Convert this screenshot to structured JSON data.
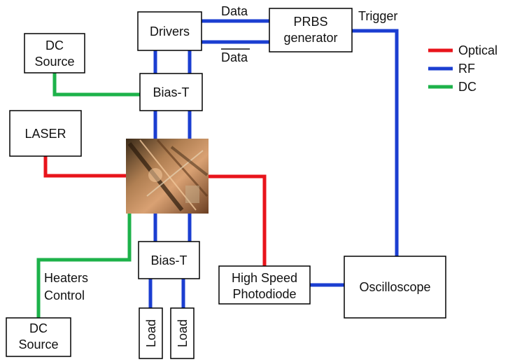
{
  "colors": {
    "optical": "#e8141b",
    "rf": "#1b3ed1",
    "dc": "#1db24a"
  },
  "legend": {
    "optical": "Optical",
    "rf": "RF",
    "dc": "DC"
  },
  "blocks": {
    "drivers": "Drivers",
    "prbs_line1": "PRBS",
    "prbs_line2": "generator",
    "dc_source_top_line1": "DC",
    "dc_source_top_line2": "Source",
    "bias_t_top": "Bias-T",
    "laser": "LASER",
    "bias_t_bottom": "Bias-T",
    "photodiode_line1": "High Speed",
    "photodiode_line2": "Photodiode",
    "oscilloscope": "Oscilloscope",
    "dc_source_bottom_line1": "DC",
    "dc_source_bottom_line2": "Source",
    "load_left": "Load",
    "load_right": "Load"
  },
  "labels": {
    "data": "Data",
    "data_bar": "Data",
    "trigger": "Trigger",
    "heaters_line1": "Heaters",
    "heaters_line2": "Control"
  },
  "chip_image": "optical-chip-photo"
}
